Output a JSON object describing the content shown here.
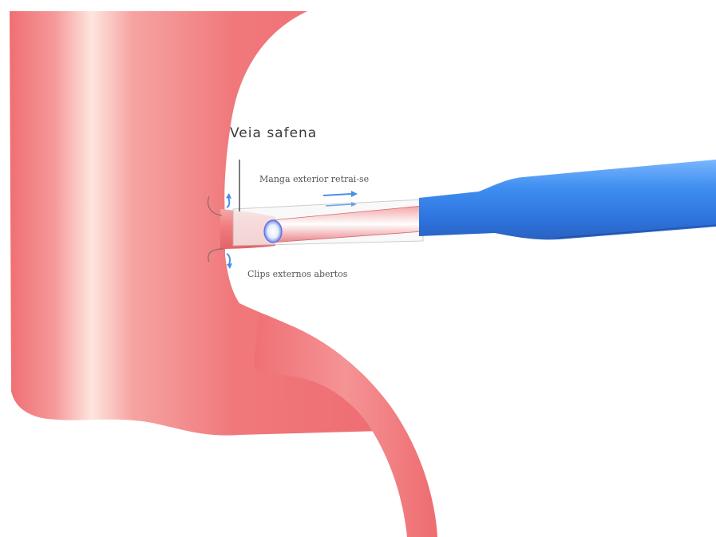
{
  "labels": {
    "title": "Veia safena",
    "sleeve": "Manga exterior retrai-se",
    "clips": "Clips externos abertos"
  },
  "colors": {
    "vein": "#f2777a",
    "vein_highlight": "#fde4dc",
    "device": "#3f8ef0",
    "device_dark": "#2a6fd6",
    "arrow": "#4a8fe6",
    "background": "#ffffff"
  }
}
